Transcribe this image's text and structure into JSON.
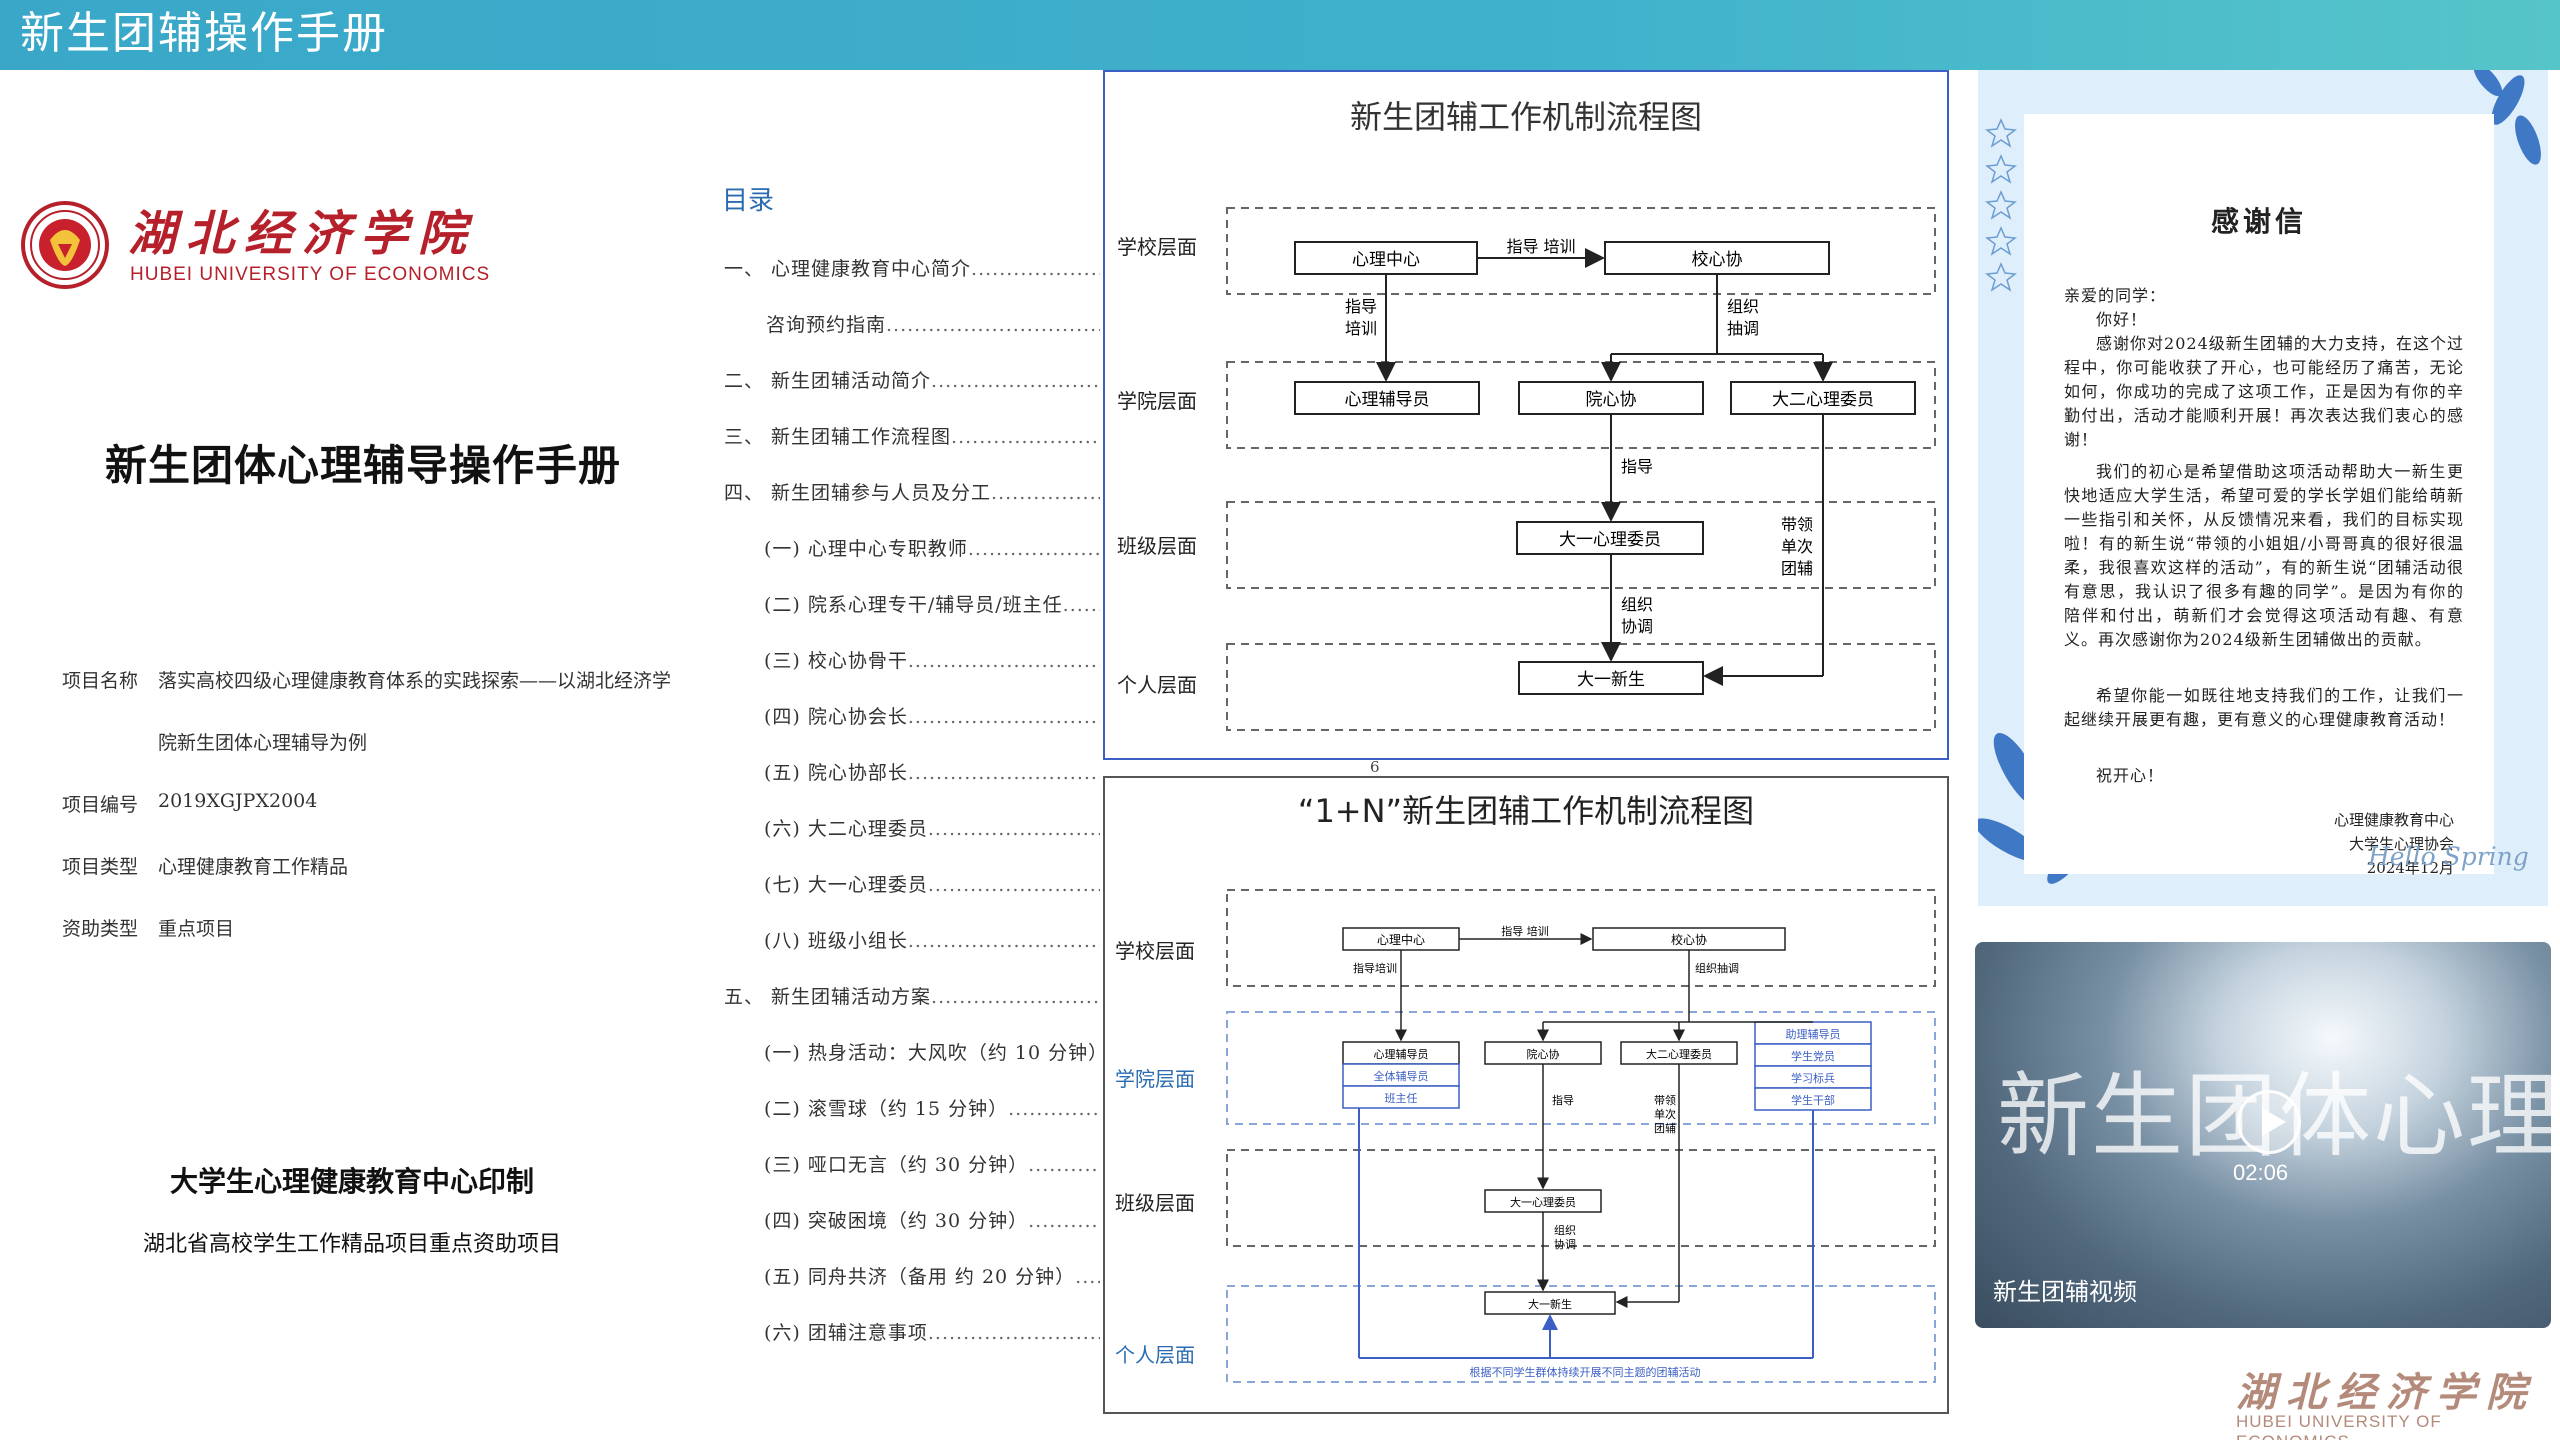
{
  "header": {
    "title": "新生团辅操作手册"
  },
  "cover": {
    "uni_name_cn": "湖北经济学院",
    "uni_name_en": "HUBEI UNIVERSITY OF ECONOMICS",
    "title": "新生团体心理辅导操作手册",
    "meta": [
      {
        "key": "项目名称",
        "value": "落实高校四级心理健康教育体系的实践探索——以湖北经济学"
      },
      {
        "key": "",
        "value": "院新生团体心理辅导为例"
      },
      {
        "key": "项目编号",
        "value": "2019XGJPX2004"
      },
      {
        "key": "项目类型",
        "value": "心理健康教育工作精品"
      },
      {
        "key": "资助类型",
        "value": "重点项目"
      }
    ],
    "printed_by": "大学生心理健康教育中心印制",
    "funded": "湖北省高校学生工作精品项目重点资助项目"
  },
  "toc": {
    "title": "目录",
    "items": [
      "一、 心理健康教育中心简介",
      "咨询预约指南",
      "二、 新生团辅活动简介",
      "三、 新生团辅工作流程图",
      "四、 新生团辅参与人员及分工",
      "(一) 心理中心专职教师",
      "(二) 院系心理专干/辅导员/班主任",
      "(三) 校心协骨干",
      "(四) 院心协会长",
      "(五) 院心协部长",
      "(六) 大二心理委员",
      "(七) 大一心理委员",
      "(八) 班级小组长",
      "五、 新生团辅活动方案",
      "(一) 热身活动：大风吹（约 10 分钟）",
      "(二) 滚雪球（约 15 分钟）",
      "(三) 哑口无言（约 30 分钟）",
      "(四) 突破困境（约 30 分钟）",
      "(五) 同舟共济（备用 约 20 分钟）",
      "(六) 团辅注意事项"
    ]
  },
  "chart1": {
    "title": "新生团辅工作机制流程图",
    "levels": [
      "学校层面",
      "学院层面",
      "班级层面",
      "个人层面"
    ],
    "nodes": [
      "心理中心",
      "校心协",
      "心理辅导员",
      "院心协",
      "大二心理委员",
      "大一心理委员",
      "大一新生"
    ],
    "edge_labels": [
      "指导 培训",
      "指导",
      "培训",
      "组织",
      "抽调",
      "指导",
      "带领",
      "单次",
      "团辅",
      "组织",
      "协调"
    ]
  },
  "page_num": "6",
  "chart2": {
    "title": "“1+N”新生团辅工作机制流程图",
    "levels": [
      "学校层面",
      "学院层面",
      "班级层面",
      "个人层面"
    ],
    "nodes": [
      "心理中心",
      "校心协",
      "心理辅导员",
      "全体辅导员",
      "班主任",
      "院心协",
      "大二心理委员",
      "助理辅导员",
      "学生党员",
      "学习标兵",
      "学生干部",
      "大一心理委员",
      "大一新生"
    ],
    "edge_labels": [
      "指导 培训",
      "指导培训",
      "组织抽调",
      "指导",
      "带领",
      "单次",
      "团辅",
      "组织",
      "协调"
    ],
    "footnote": "根据不同学生群体持续开展不同主题的团辅活动"
  },
  "letter": {
    "title": "感谢信",
    "greeting": "亲爱的同学：",
    "hello": "你好！",
    "p1": "感谢你对2024级新生团辅的大力支持，在这个过程中，你可能收获了开心，也可能经历了痛苦，无论如何，你成功的完成了这项工作，正是因为有你的辛勤付出，活动才能顺利开展！再次表达我们衷心的感谢！",
    "p2": "我们的初心是希望借助这项活动帮助大一新生更快地适应大学生活，希望可爱的学长学姐们能给萌新一些指引和关怀，从反馈情况来看，我们的目标实现啦！有的新生说“带领的小姐姐/小哥哥真的很好很温柔，我很喜欢这样的活动”，有的新生说“团辅活动很有意思，我认识了很多有趣的同学”。是因为有你的陪伴和付出，萌新们才会觉得这项活动有趣、有意义。再次感谢你为2024级新生团辅做出的贡献。",
    "p3": "希望你能一如既往地支持我们的工作，让我们一起继续开展更有趣，更有意义的心理健康教育活动！",
    "closing": "祝开心！",
    "sign": [
      "心理健康教育中心",
      "大学生心理协会",
      "2024年12月"
    ],
    "decor": "Hello Spring"
  },
  "video": {
    "overlay_text": "新生团体心理辅",
    "duration": "02:06",
    "caption": "新生团辅视频"
  },
  "footer_logo": {
    "cn": "湖北经济学院",
    "en": "HUBEI UNIVERSITY OF ECONOMICS"
  },
  "colors": {
    "header": "#3fb1cc",
    "brand_red": "#b5202a",
    "chart_blue": "#3b5fc4",
    "toc_blue": "#2b6cb0"
  }
}
